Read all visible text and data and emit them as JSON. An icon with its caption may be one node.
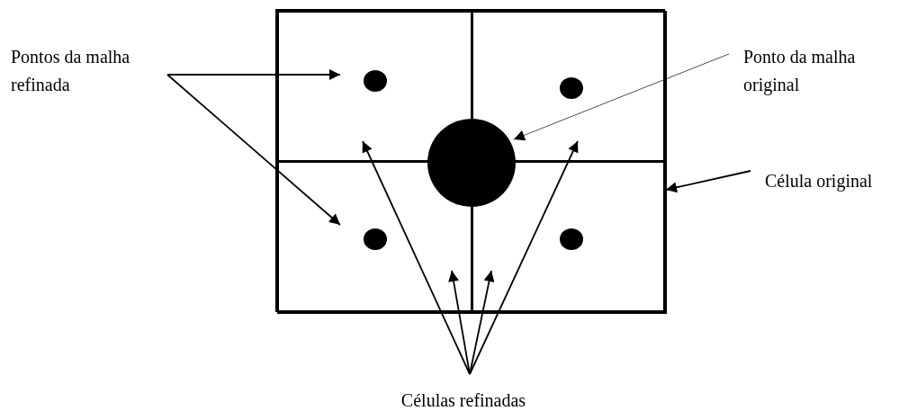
{
  "diagram": {
    "nodes": [
      {
        "text": [
          "Pontos da malha refinada"
        ]
      },
      {
        "text": [
          "Ponto da malha original"
        ]
      },
      {
        "text": [
          "Célula original"
        ]
      },
      {
        "text": [
          "Células refinadas"
        ]
      },
      {
        "text": [],
        "shape": "box"
      },
      {
        "text": [],
        "shape": "box",
        "in": 4
      },
      {
        "text": [],
        "shape": "box",
        "in": 4
      },
      {
        "text": [],
        "shape": "box",
        "in": 4
      },
      {
        "text": [],
        "shape": "box",
        "in": 4
      },
      {
        "text": [],
        "shape": "circle",
        "in": 5
      },
      {
        "text": [],
        "shape": "circle",
        "in": 6
      },
      {
        "text": [],
        "shape": "circle",
        "in": 7
      },
      {
        "text": [],
        "shape": "circle",
        "in": 8
      },
      {
        "text": [],
        "shape": "circle",
        "in": 4
      }
    ],
    "edges": [
      {
        "from": 0,
        "to": 9,
        "arrow": "to"
      },
      {
        "from": 0,
        "to": 11,
        "arrow": "to"
      },
      {
        "from": 1,
        "to": 13,
        "arrow": "to"
      },
      {
        "from": 2,
        "to": 4,
        "arrow": "to"
      },
      {
        "from": 3,
        "to": 5,
        "arrow": "to"
      },
      {
        "from": 3,
        "to": 7,
        "arrow": "to"
      },
      {
        "from": 3,
        "to": 8,
        "arrow": "to"
      },
      {
        "from": 3,
        "to": 6,
        "arrow": "to"
      }
    ]
  }
}
